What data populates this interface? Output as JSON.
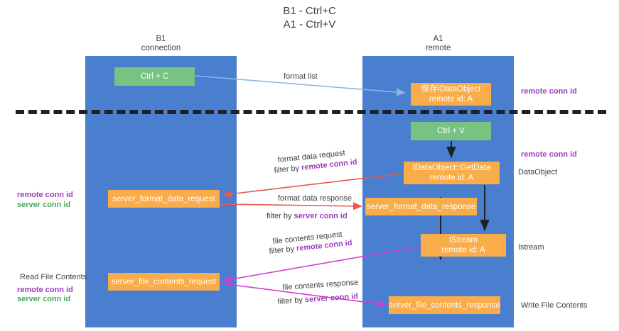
{
  "diagram": {
    "title": "B1 - Ctrl+C\nA1 - Ctrl+V",
    "lanes": [
      {
        "id": "b1",
        "header": "B1\nconnection",
        "color": "#4a7ece"
      },
      {
        "id": "a1",
        "header": "A1\nremote",
        "color": "#4a7ece"
      }
    ],
    "nodes": {
      "ctrl_c": {
        "label": "Ctrl + C",
        "color": "#78c282"
      },
      "idataobject": {
        "line1": "保存IDataObject",
        "line2": "remote id: A",
        "color": "#f9ac4a"
      },
      "ctrl_v": {
        "label": "Ctrl + V",
        "color": "#78c282"
      },
      "getdata": {
        "line1": "IDataObject::GetData",
        "line2": "remote id: A",
        "color": "#f9ac4a"
      },
      "server_format_data_request": {
        "label": "server_format_data_request",
        "color": "#f9ac4a"
      },
      "server_format_data_response": {
        "label": "server_format_data_response",
        "color": "#f9ac4a"
      },
      "istream": {
        "line1": "IStream",
        "line2": "remote id: A",
        "color": "#f9ac4a"
      },
      "server_file_contents_request": {
        "label": "server_file_contents_request",
        "color": "#f9ac4a"
      },
      "server_file_contents_response": {
        "label": "server_file_contents_response",
        "color": "#f9ac4a"
      }
    },
    "edges": {
      "format_list": {
        "label": "format list",
        "color": "#8ab6e8"
      },
      "format_data_request": {
        "label": "format data request",
        "filter_prefix": "filter by ",
        "filter_key": "remote conn id",
        "color": "#e8584b"
      },
      "format_data_response": {
        "label": "format data response",
        "filter_prefix": "filter by ",
        "filter_key": "server conn id",
        "color": "#e8584b"
      },
      "file_contents_request": {
        "label": "file contents request",
        "filter_prefix": "filter by ",
        "filter_key": "remote conn id",
        "color": "#d13fd1"
      },
      "file_contents_response": {
        "label": "file contents response",
        "filter_prefix": "filter by ",
        "filter_key": "server conn id",
        "color": "#d13fd1"
      }
    },
    "annotations": {
      "remote_conn_id_top": "remote conn id",
      "remote_conn_id_mid": "remote conn id",
      "dataobject": "DataObject",
      "istream": "Istream",
      "write_file_contents": "Write File Contents",
      "read_file_contents": "Read File Contents",
      "left_remote_conn_id_1": "remote conn id",
      "left_server_conn_id_1": "server conn id",
      "left_remote_conn_id_2": "remote conn id",
      "left_server_conn_id_2": "server conn id"
    },
    "colors": {
      "lane": "#4a7ece",
      "green_node": "#78c282",
      "orange_node": "#f9ac4a",
      "purple_text": "#9c3dbd",
      "green_text": "#4aa65c",
      "red_arrow": "#e8584b",
      "magenta_arrow": "#d13fd1",
      "blue_arrow": "#8ab6e8",
      "divider": "#202124",
      "background": "#ffffff"
    }
  }
}
